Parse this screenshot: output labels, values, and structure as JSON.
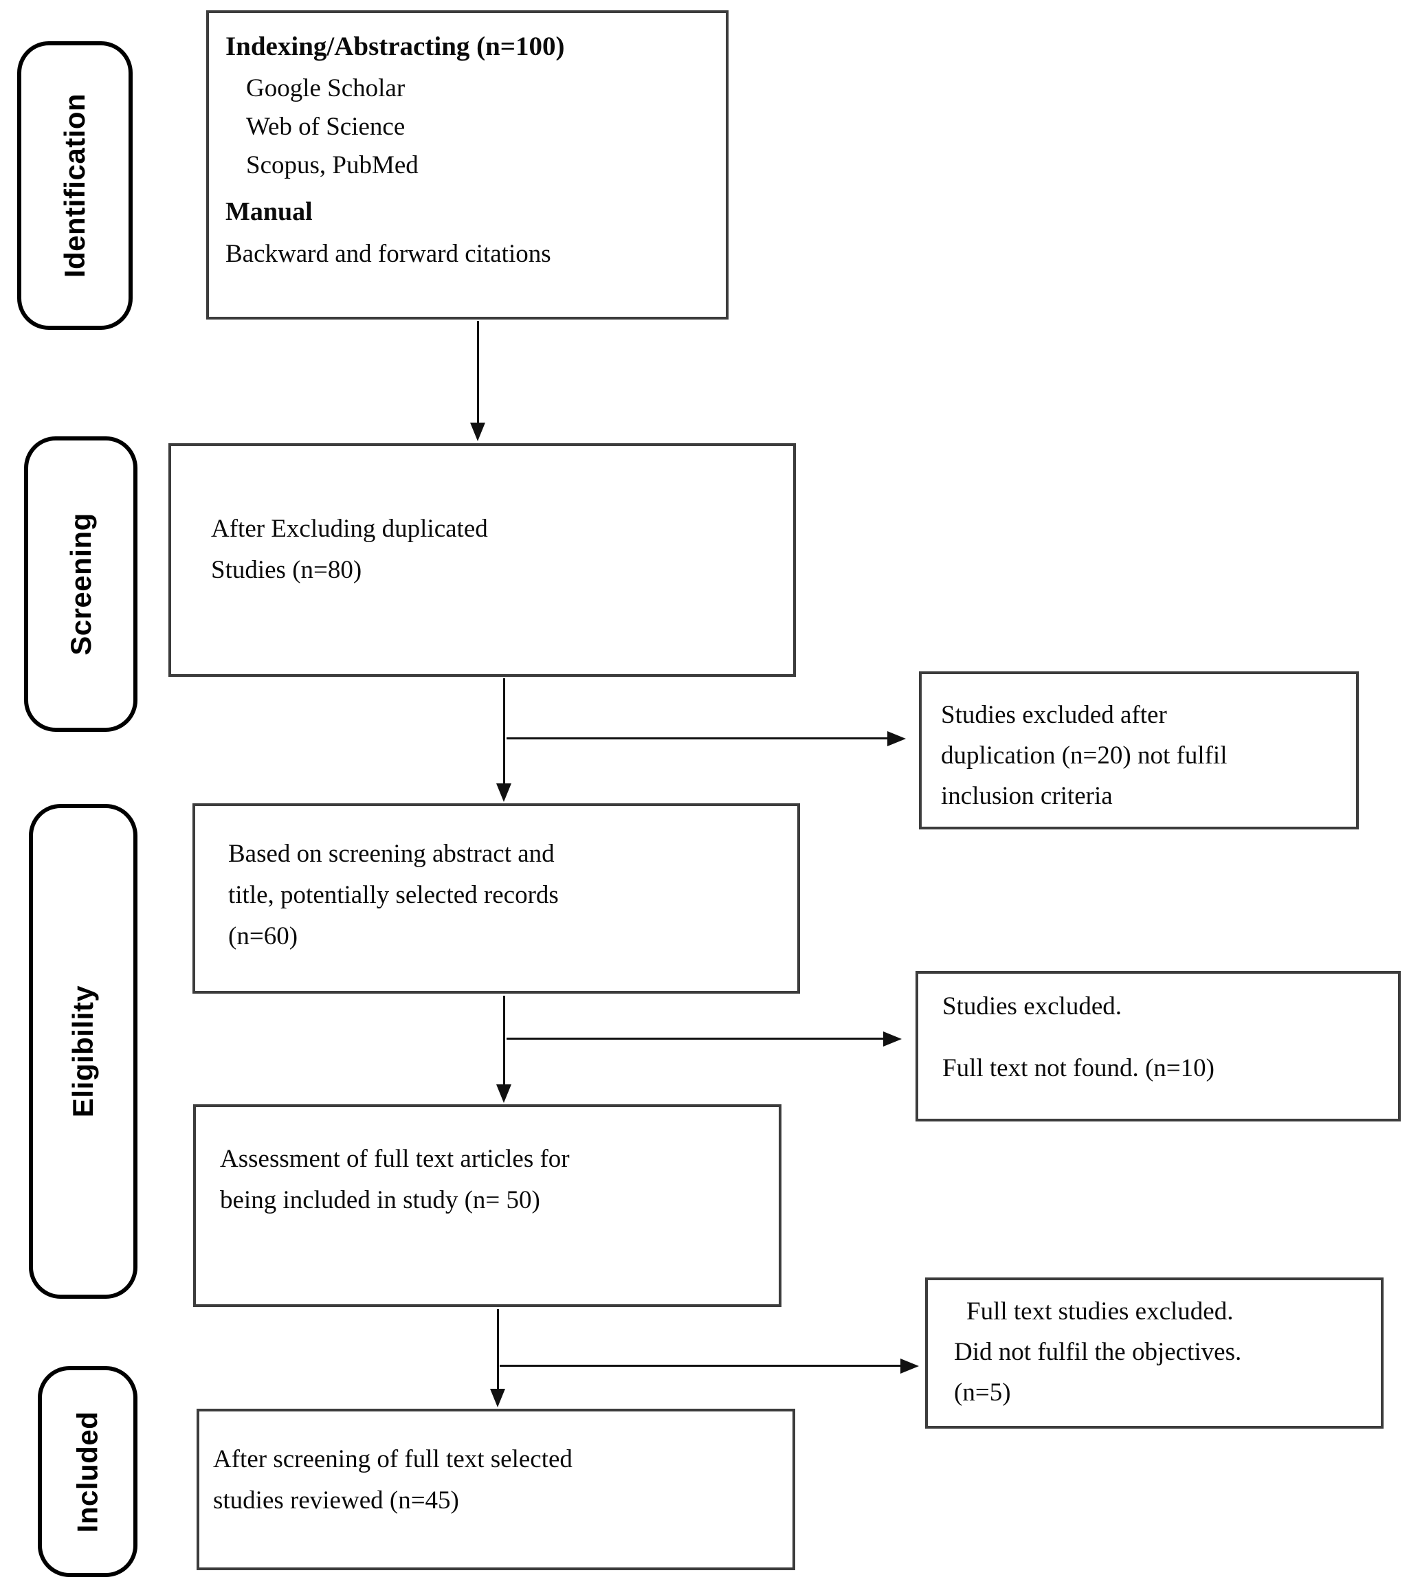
{
  "stages": [
    {
      "label": "Identification"
    },
    {
      "label": "Screening"
    },
    {
      "label": "Eligibility"
    },
    {
      "label": "Included"
    }
  ],
  "boxes": {
    "indexing": {
      "title": "Indexing/Abstracting (n=100)",
      "sources": [
        "Google Scholar",
        "Web of Science",
        "Scopus, PubMed"
      ],
      "manual_label": "Manual",
      "manual_desc": "Backward and forward citations"
    },
    "dedup": {
      "lines": [
        "After Excluding duplicated",
        "Studies (n=80)"
      ]
    },
    "screened": {
      "lines": [
        "Based on screening abstract and",
        "title, potentially selected records",
        "(n=60)"
      ]
    },
    "assessment": {
      "lines": [
        "Assessment of full text articles for",
        "being included in study (n= 50)"
      ]
    },
    "included": {
      "lines": [
        "After screening of full text selected",
        "studies reviewed (n=45)"
      ]
    }
  },
  "exclusions": {
    "dup": {
      "lines": [
        "Studies excluded after",
        "duplication (n=20) not fulfil",
        "inclusion criteria"
      ]
    },
    "fulltext": {
      "line1": "Studies excluded.",
      "line2": "Full text not found. (n=10)"
    },
    "objectives": {
      "lines": [
        "Full text studies excluded.",
        "Did not fulfil the objectives.",
        "(n=5)"
      ]
    }
  },
  "colors": {
    "background": "#ffffff",
    "text": "#0b0b0b",
    "box_border": "#3c3c3c",
    "stage_border": "#000000",
    "arrow": "#111111"
  }
}
